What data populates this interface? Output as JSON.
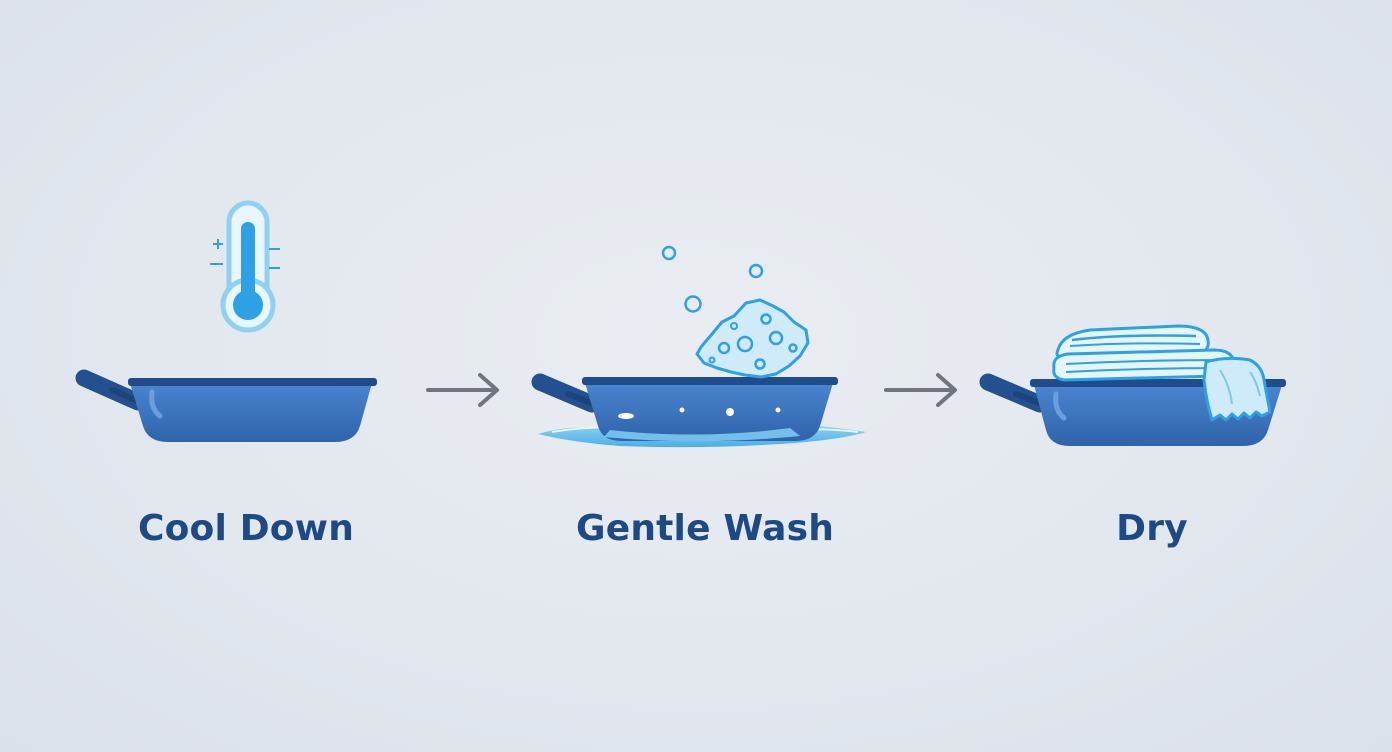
{
  "steps": [
    {
      "label": "Cool Down",
      "icon": "thermometer-icon"
    },
    {
      "label": "Gentle Wash",
      "icon": "sponge-icon"
    },
    {
      "label": "Dry",
      "icon": "towel-icon"
    }
  ],
  "connector_icon": "arrow-right-icon",
  "colors": {
    "background": "#e3e8ee",
    "pan_body": "#3a72bd",
    "pan_dark": "#1f4d8c",
    "handle": "#23508e",
    "accent_light": "#8fd0f3",
    "accent": "#2ea0e6",
    "label_text": "#1d4a84",
    "arrow": "#707580"
  }
}
